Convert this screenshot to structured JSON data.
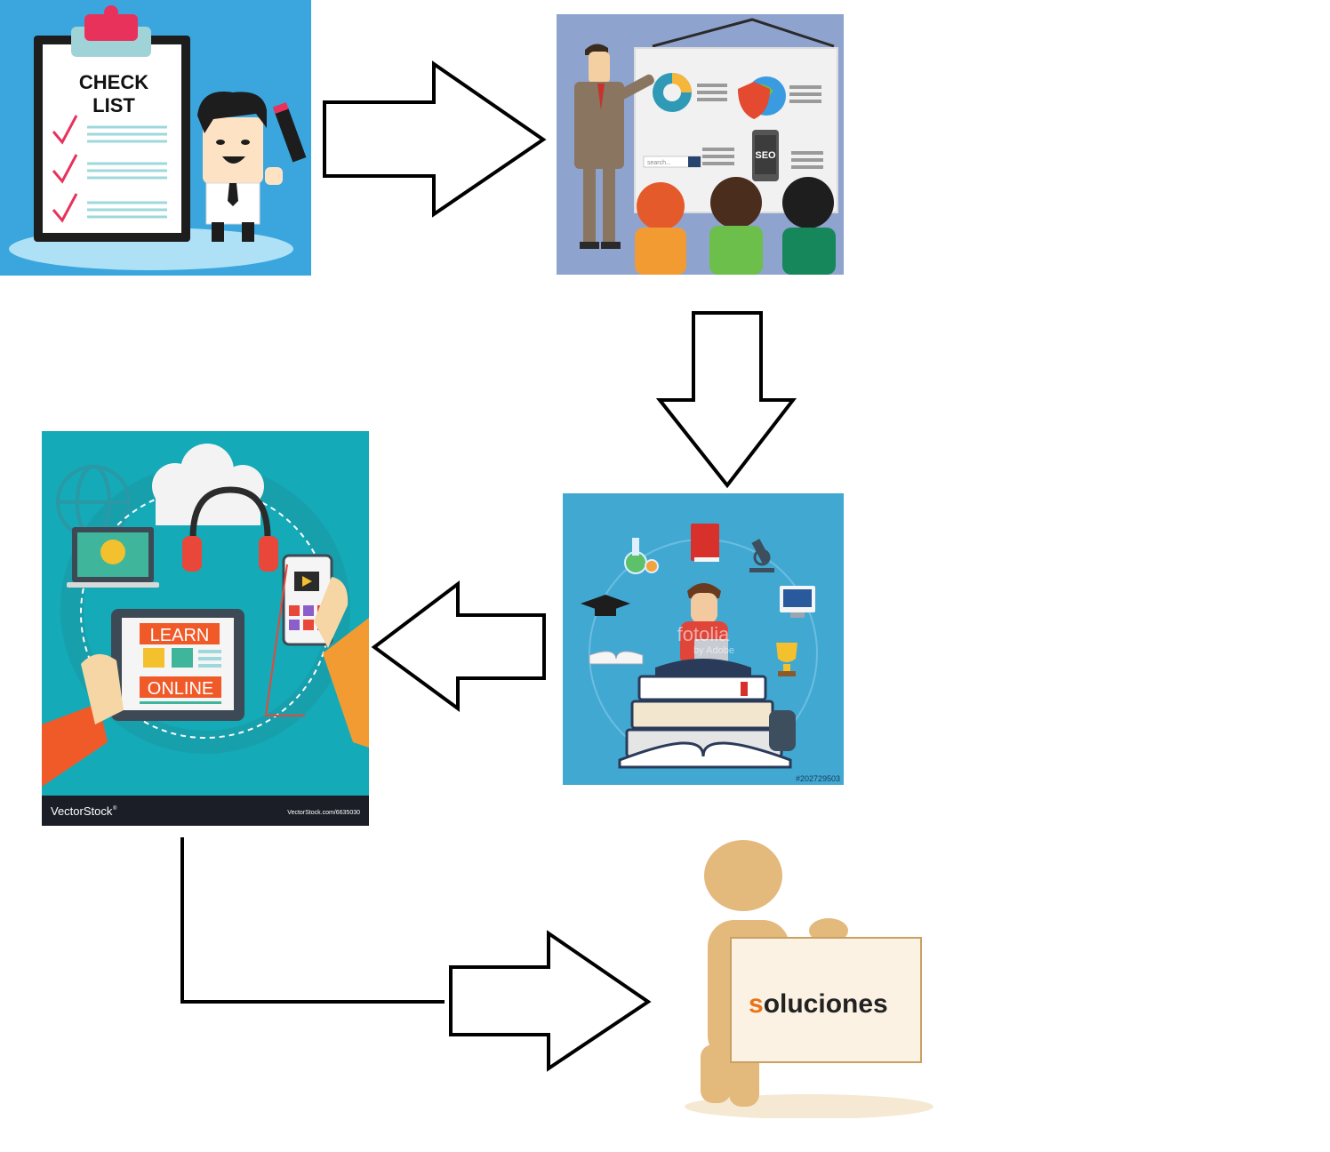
{
  "checklist": {
    "line1": "CHECK",
    "line2": "LIST"
  },
  "presentation": {
    "board_badge": "SEO",
    "search_text": "search..."
  },
  "study": {
    "watermark_main": "fotolia",
    "watermark_sub": "by Adobe",
    "stock_id": "#202729503"
  },
  "learn_online": {
    "learn_label": "LEARN",
    "online_label": "ONLINE",
    "footer_brand": "VectorStock",
    "footer_mark": "®",
    "footer_url": "VectorStock.com/6635030"
  },
  "solutions": {
    "first_letter": "s",
    "rest_of_word": "oluciones"
  },
  "colors": {
    "checklist_bg": "#3aa6dd",
    "presentation_bg": "#8fa3cf",
    "study_bg": "#41a8d2",
    "learn_bg": "#14aab8",
    "learn_label_orange": "#f05a28",
    "solutions_accent": "#e8731b",
    "arrow_stroke": "#000000"
  }
}
